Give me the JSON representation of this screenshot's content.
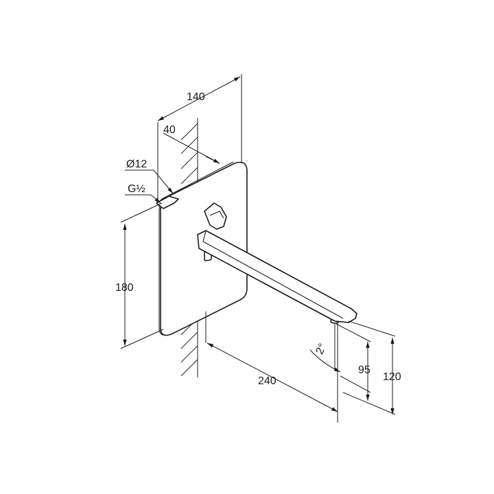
{
  "dimensions": {
    "overall_depth": "140",
    "wall_offset": "40",
    "pipe_diameter": "Ø12",
    "thread": "G½",
    "plate_height": "180",
    "spout_length": "240",
    "outlet_height": "95",
    "spout_height": "120",
    "spray_angle": "2°"
  }
}
